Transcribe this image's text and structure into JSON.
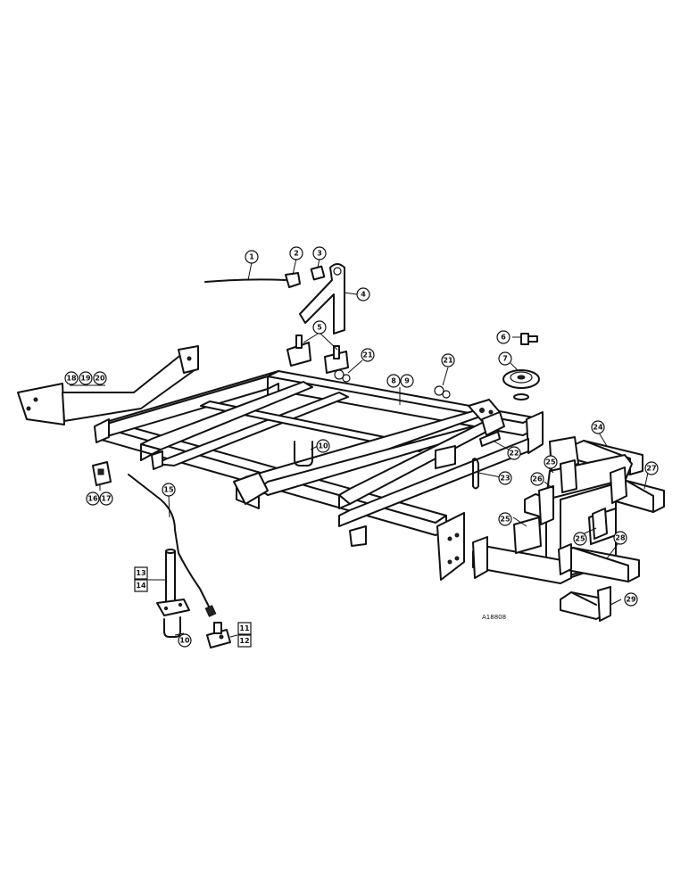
{
  "callouts": {
    "c1": "1",
    "c2": "2",
    "c3": "3",
    "c4": "4",
    "c5": "5",
    "c6": "6",
    "c7": "7",
    "c8": "8",
    "c9": "9",
    "c10a": "10",
    "c10b": "10",
    "c11": "11",
    "c12": "12",
    "c13": "13",
    "c14": "14",
    "c15": "15",
    "c16": "16",
    "c17": "17",
    "c18": "18",
    "c19": "19",
    "c20": "20",
    "c21a": "21",
    "c21b": "21",
    "c22": "22",
    "c23": "23",
    "c24": "24",
    "c25a": "25",
    "c25b": "25",
    "c25c": "25",
    "c26": "26",
    "c27": "27",
    "c28": "28",
    "c29": "29"
  },
  "reference": "A18808"
}
